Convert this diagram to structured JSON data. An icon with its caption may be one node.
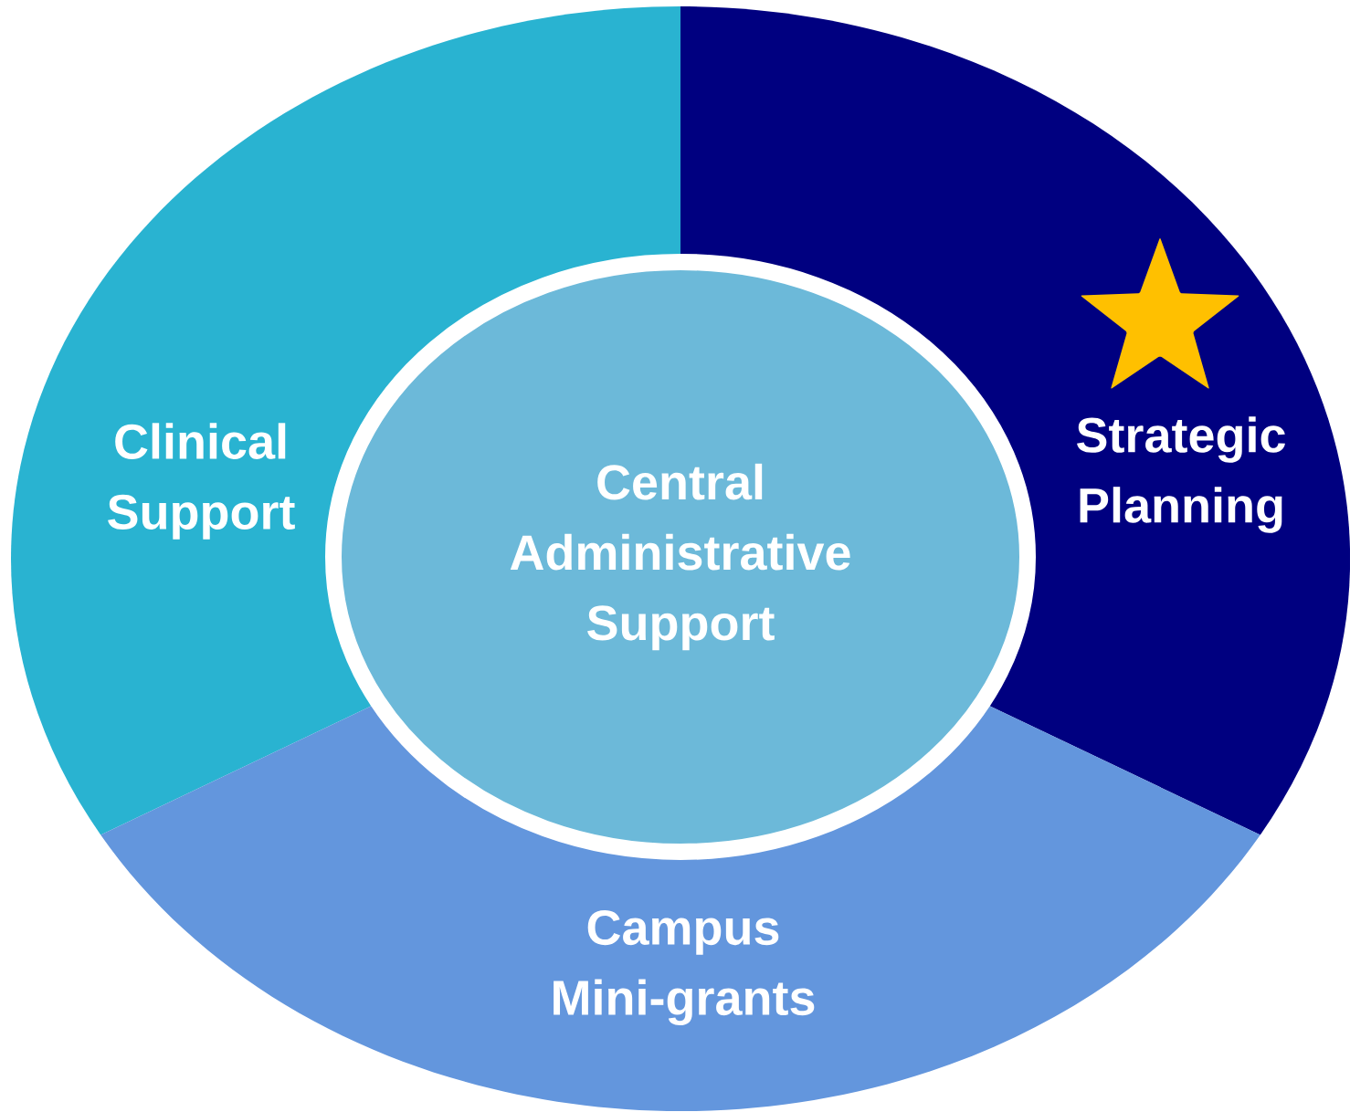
{
  "diagram": {
    "nodes": [
      {
        "text": [
          "Clinical Support"
        ]
      },
      {
        "text": [
          "Strategic Planning"
        ]
      },
      {
        "text": [
          "Campus Mini-grants"
        ]
      },
      {
        "text": [
          "Central Administrative Support"
        ]
      }
    ]
  }
}
